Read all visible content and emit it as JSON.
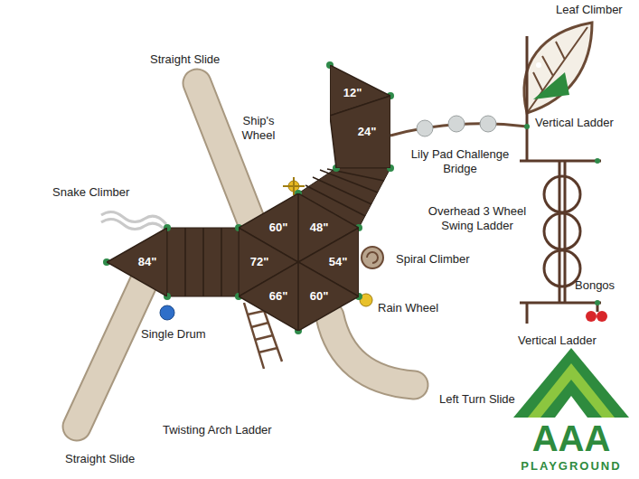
{
  "diagram": {
    "nodes": [
      {
        "text": [
          "12\""
        ]
      },
      {
        "text": [
          "24\""
        ]
      },
      {
        "text": [
          "60\""
        ]
      },
      {
        "text": [
          "48\""
        ]
      },
      {
        "text": [
          "84\""
        ]
      },
      {
        "text": [
          "72\""
        ]
      },
      {
        "text": [
          "54\""
        ]
      },
      {
        "text": [
          "66\""
        ]
      },
      {
        "text": [
          "60\""
        ]
      }
    ],
    "labels": [
      "Leaf Climber",
      "Straight Slide",
      "Ship's Wheel",
      "Vertical Ladder",
      "Lily Pad Challenge Bridge",
      "Snake Climber",
      "Overhead 3 Wheel Swing Ladder",
      "Spiral Climber",
      "Bongos",
      "Rain Wheel",
      "Single Drum",
      "Vertical Ladder",
      "Left Turn Slide",
      "Twisting Arch Ladder",
      "Straight Slide",
      "AAA",
      "PLAYGROUND"
    ]
  }
}
